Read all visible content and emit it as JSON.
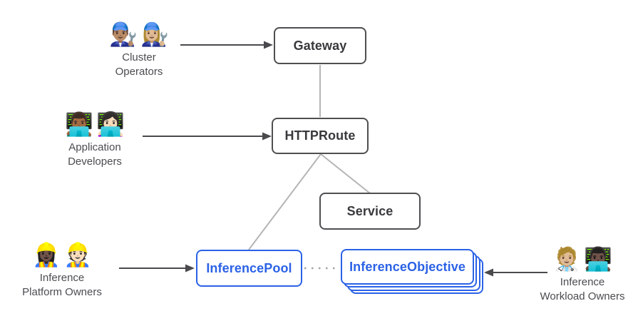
{
  "colors": {
    "background": "#ffffff",
    "core_resource_border": "#4f4f52",
    "core_resource_text": "#39393d",
    "extension_accent": "#2b62e6",
    "connector_line": "#b5b5b5",
    "dotted_line": "#a3a3a3",
    "arrow": "#4a4a4e",
    "persona_label": "#4c4c51"
  },
  "personas": [
    {
      "name": "Cluster Operators",
      "icons": [
        "👨🏽‍🔧",
        "👩🏼‍🔧"
      ],
      "icon_names": [
        "man-mechanic-icon",
        "woman-mechanic-icon"
      ],
      "label_lines": [
        "Cluster",
        "Operators"
      ]
    },
    {
      "name": "Application Developers",
      "icons": [
        "👨🏾‍💻",
        "👩🏻‍💻"
      ],
      "icon_names": [
        "man-technologist-icon",
        "woman-technologist-icon"
      ],
      "label_lines": [
        "Application",
        "Developers"
      ]
    },
    {
      "name": "Inference Platform Owners",
      "icons": [
        "👷🏿‍♀️",
        "👷🏻"
      ],
      "icon_names": [
        "woman-construction-worker-icon",
        "man-construction-worker-icon"
      ],
      "label_lines": [
        "Inference",
        "Platform Owners"
      ]
    },
    {
      "name": "Inference Workload Owners",
      "icons": [
        "🧑🏼‍⚕️",
        "👨🏿‍💻"
      ],
      "icon_names": [
        "health-worker-icon",
        "man-technologist-dark-icon"
      ],
      "label_lines": [
        "Inference",
        "Workload Owners"
      ]
    }
  ],
  "nodes": [
    {
      "label": "Gateway",
      "kind": "core"
    },
    {
      "label": "HTTPRoute",
      "kind": "core"
    },
    {
      "label": "Service",
      "kind": "core"
    },
    {
      "label": "InferencePool",
      "kind": "extension"
    },
    {
      "label": "InferenceObjective",
      "kind": "extension",
      "stack_layers": 4
    }
  ],
  "edges": [
    {
      "from": "Gateway",
      "to": "HTTPRoute",
      "style": "solid-gray"
    },
    {
      "from": "HTTPRoute",
      "to": "InferencePool",
      "style": "solid-gray"
    },
    {
      "from": "HTTPRoute",
      "to": "Service",
      "style": "solid-gray"
    },
    {
      "from": "InferencePool",
      "to": "InferenceObjective",
      "style": "dotted-gray"
    }
  ],
  "actor_edges": [
    {
      "from": "Cluster Operators",
      "to": "Gateway",
      "style": "arrow"
    },
    {
      "from": "Application Developers",
      "to": "HTTPRoute",
      "style": "arrow"
    },
    {
      "from": "Inference Platform Owners",
      "to": "InferencePool",
      "style": "arrow"
    },
    {
      "from": "Inference Workload Owners",
      "to": "InferenceObjective",
      "style": "arrow"
    }
  ]
}
